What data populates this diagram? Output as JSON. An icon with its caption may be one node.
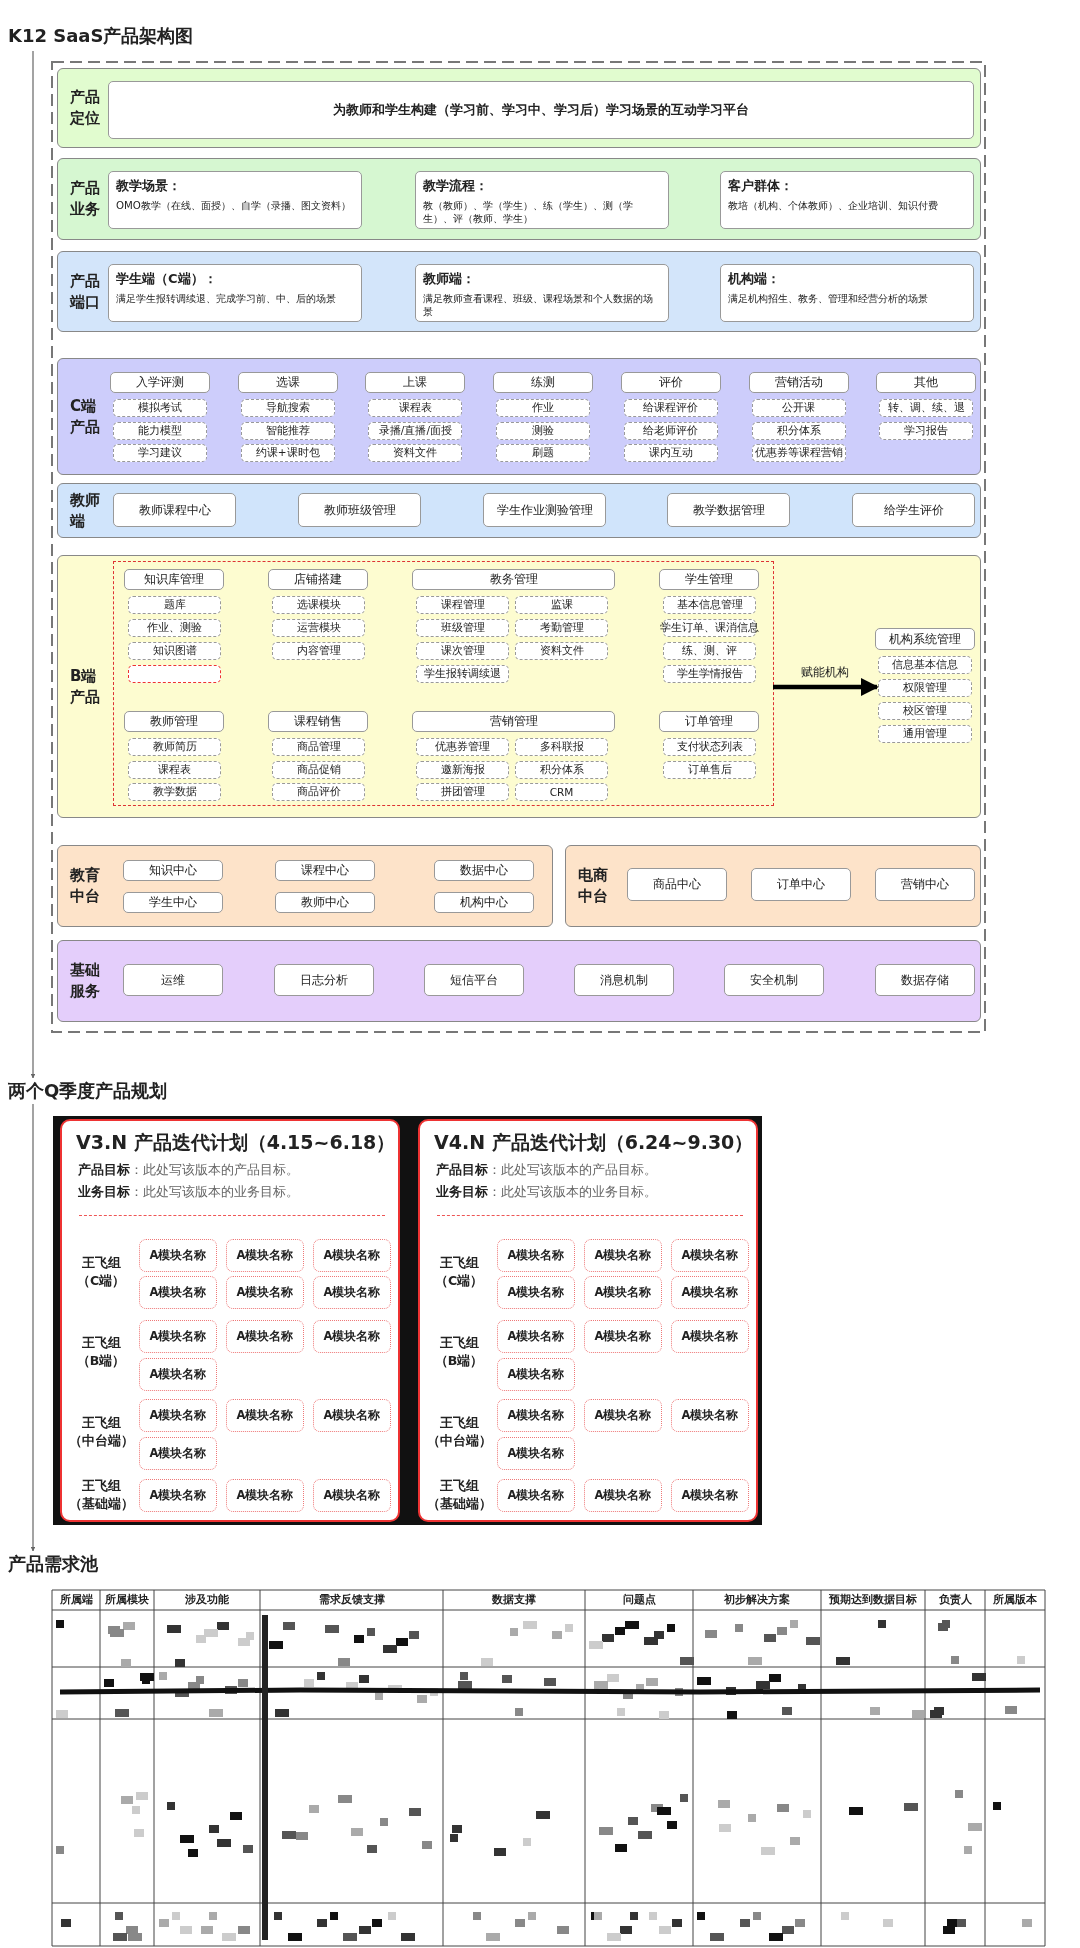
{
  "diagram": {
    "nodes": [
      {
        "text": [
          "K12 SaaS产品架构图"
        ]
      },
      {
        "text": [
          "产品定位"
        ]
      },
      {
        "text": [
          "为教师和学生构建（学习前、学习中、学习后）学习场景的互动学习平台"
        ],
        "in": 1
      },
      {
        "text": [
          "产品业务"
        ]
      },
      {
        "text": [
          "教学场景：",
          "OMO教学（在线、面授）、自学（录播、图文资料）"
        ],
        "in": 3
      },
      {
        "text": [
          "教学流程：",
          "教（教师）、学（学生）、练（学生）、测（学生）、评（教师、学生）"
        ],
        "in": 3
      },
      {
        "text": [
          "客户群体：",
          "教培（机构、个体教师）、企业培训、知识付费"
        ],
        "in": 3
      },
      {
        "text": [
          "产品端口"
        ]
      },
      {
        "text": [
          "学生端（C端）：",
          "满足学生报转调续退、完成学习前、中、后的场景"
        ],
        "in": 7
      },
      {
        "text": [
          "教师端：",
          "满足教师查看课程、班级、课程场景和个人数据的场景"
        ],
        "in": 7
      },
      {
        "text": [
          "机构端：",
          "满足机构招生、教务、管理和经营分析的场景"
        ],
        "in": 7
      },
      {
        "text": [
          "C端产品"
        ]
      },
      {
        "text": [
          "入学评测"
        ],
        "in": 11
      },
      {
        "text": [
          "选课"
        ],
        "in": 11
      },
      {
        "text": [
          "上课"
        ],
        "in": 11
      },
      {
        "text": [
          "练测"
        ],
        "in": 11
      },
      {
        "text": [
          "评价"
        ],
        "in": 11
      },
      {
        "text": [
          "营销活动"
        ],
        "in": 11
      },
      {
        "text": [
          "其他"
        ],
        "in": 11
      },
      {
        "text": [
          "模拟考试"
        ],
        "in": 11
      },
      {
        "text": [
          "导航搜索"
        ],
        "in": 11
      },
      {
        "text": [
          "课程表"
        ],
        "in": 11
      },
      {
        "text": [
          "作业"
        ],
        "in": 11
      },
      {
        "text": [
          "给课程评价"
        ],
        "in": 11
      },
      {
        "text": [
          "公开课"
        ],
        "in": 11
      },
      {
        "text": [
          "转、调、续、退"
        ],
        "in": 11
      },
      {
        "text": [
          "能力模型"
        ],
        "in": 11
      },
      {
        "text": [
          "智能推荐"
        ],
        "in": 11
      },
      {
        "text": [
          "录播/直播/面授"
        ],
        "in": 11
      },
      {
        "text": [
          "测验"
        ],
        "in": 11
      },
      {
        "text": [
          "给老师评价"
        ],
        "in": 11
      },
      {
        "text": [
          "积分体系"
        ],
        "in": 11
      },
      {
        "text": [
          "学习报告"
        ],
        "in": 11
      },
      {
        "text": [
          "学习建议"
        ],
        "in": 11
      },
      {
        "text": [
          "约课+课时包"
        ],
        "in": 11
      },
      {
        "text": [
          "资料文件"
        ],
        "in": 11
      },
      {
        "text": [
          "刷题"
        ],
        "in": 11
      },
      {
        "text": [
          "课内互动"
        ],
        "in": 11
      },
      {
        "text": [
          "优惠券等课程营销"
        ],
        "in": 11
      },
      {
        "text": [
          "教师端"
        ]
      },
      {
        "text": [
          "教师课程中心"
        ],
        "in": 39
      },
      {
        "text": [
          "教师班级管理"
        ],
        "in": 39
      },
      {
        "text": [
          "学生作业测验管理"
        ],
        "in": 39
      },
      {
        "text": [
          "教学数据管理"
        ],
        "in": 39
      },
      {
        "text": [
          "给学生评价"
        ],
        "in": 39
      },
      {
        "text": [
          "B端产品"
        ]
      },
      {
        "text": [],
        "shape": "box",
        "in": 45
      },
      {
        "text": [
          "知识库管理"
        ],
        "in": 46
      },
      {
        "text": [
          "店铺搭建"
        ],
        "in": 46
      },
      {
        "text": [
          "教务管理"
        ],
        "in": 46
      },
      {
        "text": [
          "学生管理"
        ],
        "in": 46
      },
      {
        "text": [
          "题库"
        ],
        "in": 46
      },
      {
        "text": [
          "选课模块"
        ],
        "in": 46
      },
      {
        "text": [
          "课程管理"
        ],
        "in": 46
      },
      {
        "text": [
          "监课"
        ],
        "in": 46
      },
      {
        "text": [
          "基本信息管理"
        ],
        "in": 46
      },
      {
        "text": [
          "作业、测验"
        ],
        "in": 46
      },
      {
        "text": [
          "运营模块"
        ],
        "in": 46
      },
      {
        "text": [
          "班级管理"
        ],
        "in": 46
      },
      {
        "text": [
          "考勤管理"
        ],
        "in": 46
      },
      {
        "text": [
          "学生订单、课消信息"
        ],
        "in": 46
      },
      {
        "text": [
          "知识图谱"
        ],
        "in": 46
      },
      {
        "text": [
          "内容管理"
        ],
        "in": 46
      },
      {
        "text": [
          "课次管理"
        ],
        "in": 46
      },
      {
        "text": [
          "资料文件"
        ],
        "in": 46
      },
      {
        "text": [
          "练、测、评"
        ],
        "in": 46
      },
      {
        "text": [],
        "shape": "box",
        "in": 46
      },
      {
        "text": [
          "学生报转调续退"
        ],
        "in": 46
      },
      {
        "text": [
          "学生学情报告"
        ],
        "in": 46
      },
      {
        "text": [
          "教师管理"
        ],
        "in": 46
      },
      {
        "text": [
          "课程销售"
        ],
        "in": 46
      },
      {
        "text": [
          "营销管理"
        ],
        "in": 46
      },
      {
        "text": [
          "订单管理"
        ],
        "in": 46
      },
      {
        "text": [
          "教师简历"
        ],
        "in": 46
      },
      {
        "text": [
          "商品管理"
        ],
        "in": 46
      },
      {
        "text": [
          "优惠券管理"
        ],
        "in": 46
      },
      {
        "text": [
          "多科联报"
        ],
        "in": 46
      },
      {
        "text": [
          "支付状态列表"
        ],
        "in": 46
      },
      {
        "text": [
          "课程表"
        ],
        "in": 46
      },
      {
        "text": [
          "商品促销"
        ],
        "in": 46
      },
      {
        "text": [
          "邀新海报"
        ],
        "in": 46
      },
      {
        "text": [
          "积分体系"
        ],
        "in": 46
      },
      {
        "text": [
          "订单售后"
        ],
        "in": 46
      },
      {
        "text": [
          "教学数据"
        ],
        "in": 46
      },
      {
        "text": [
          "商品评价"
        ],
        "in": 46
      },
      {
        "text": [
          "拼团管理"
        ],
        "in": 46
      },
      {
        "text": [
          "CRM"
        ],
        "in": 46
      },
      {
        "text": [
          "机构系统管理"
        ],
        "in": 45
      },
      {
        "text": [
          "信息基本信息"
        ],
        "in": 45
      },
      {
        "text": [
          "权限管理"
        ],
        "in": 45
      },
      {
        "text": [
          "校区管理"
        ],
        "in": 45
      },
      {
        "text": [
          "通用管理"
        ],
        "in": 45
      },
      {
        "text": [
          "教育中台"
        ]
      },
      {
        "text": [
          "知识中心"
        ],
        "in": 92
      },
      {
        "text": [
          "课程中心"
        ],
        "in": 92
      },
      {
        "text": [
          "数据中心"
        ],
        "in": 92
      },
      {
        "text": [
          "学生中心"
        ],
        "in": 92
      },
      {
        "text": [
          "教师中心"
        ],
        "in": 92
      },
      {
        "text": [
          "机构中心"
        ],
        "in": 92
      },
      {
        "text": [
          "电商中台"
        ]
      },
      {
        "text": [
          "商品中心"
        ],
        "in": 99
      },
      {
        "text": [
          "订单中心"
        ],
        "in": 99
      },
      {
        "text": [
          "营销中心"
        ],
        "in": 99
      },
      {
        "text": [
          "基础服务"
        ]
      },
      {
        "text": [
          "运维"
        ],
        "in": 103
      },
      {
        "text": [
          "日志分析"
        ],
        "in": 103
      },
      {
        "text": [
          "短信平台"
        ],
        "in": 103
      },
      {
        "text": [
          "消息机制"
        ],
        "in": 103
      },
      {
        "text": [
          "安全机制"
        ],
        "in": 103
      },
      {
        "text": [
          "数据存储"
        ],
        "in": 103
      },
      {
        "text": [
          "两个Q季度产品规划"
        ]
      },
      {
        "text": [
          "V3.N 产品迭代计划（4.15~6.18）",
          "**产品目标**：此处写该版本的产品目标。",
          "**业务目标**：此处写该版本的业务目标。",
          "王飞组（C端）",
          "王飞组（B端）",
          "王飞组（中台端）",
          "王飞组（基础端）"
        ]
      },
      {
        "text": [
          "A模块名称"
        ],
        "in": 111
      },
      {
        "text": [
          "A模块名称"
        ],
        "in": 111
      },
      {
        "text": [
          "A模块名称"
        ],
        "in": 111
      },
      {
        "text": [
          "A模块名称"
        ],
        "in": 111
      },
      {
        "text": [
          "A模块名称"
        ],
        "in": 111
      },
      {
        "text": [
          "A模块名称"
        ],
        "in": 111
      },
      {
        "text": [
          "A模块名称"
        ],
        "in": 111
      },
      {
        "text": [
          "A模块名称"
        ],
        "in": 111
      },
      {
        "text": [
          "A模块名称"
        ],
        "in": 111
      },
      {
        "text": [
          "A模块名称"
        ],
        "in": 111
      },
      {
        "text": [
          "A模块名称"
        ],
        "in": 111
      },
      {
        "text": [
          "A模块名称"
        ],
        "in": 111
      },
      {
        "text": [
          "A模块名称"
        ],
        "in": 111
      },
      {
        "text": [
          "A模块名称"
        ],
        "in": 111
      },
      {
        "text": [
          "A模块名称"
        ],
        "in": 111
      },
      {
        "text": [
          "A模块名称"
        ],
        "in": 111
      },
      {
        "text": [
          "A模块名称"
        ],
        "in": 111
      },
      {
        "text": [
          "V4.N 产品迭代计划（6.24~9.30）",
          "**产品目标**：此处写该版本的产品目标。",
          "**业务目标**：此处写该版本的业务目标。",
          "王飞组（C端）",
          "王飞组（B端）",
          "王飞组（中台端）",
          "王飞组（基础端）"
        ]
      },
      {
        "text": [
          "A模块名称"
        ],
        "in": 129
      },
      {
        "text": [
          "A模块名称"
        ],
        "in": 129
      },
      {
        "text": [
          "A模块名称"
        ],
        "in": 129
      },
      {
        "text": [
          "A模块名称"
        ],
        "in": 129
      },
      {
        "text": [
          "A模块名称"
        ],
        "in": 129
      },
      {
        "text": [
          "A模块名称"
        ],
        "in": 129
      },
      {
        "text": [
          "A模块名称"
        ],
        "in": 129
      },
      {
        "text": [
          "A模块名称"
        ],
        "in": 129
      },
      {
        "text": [
          "A模块名称"
        ],
        "in": 129
      },
      {
        "text": [
          "A模块名称"
        ],
        "in": 129
      },
      {
        "text": [
          "A模块名称"
        ],
        "in": 129
      },
      {
        "text": [
          "A模块名称"
        ],
        "in": 129
      },
      {
        "text": [
          "A模块名称"
        ],
        "in": 129
      },
      {
        "text": [
          "A模块名称"
        ],
        "in": 129
      },
      {
        "text": [
          "A模块名称"
        ],
        "in": 129
      },
      {
        "text": [
          "A模块名称"
        ],
        "in": 129
      },
      {
        "text": [
          "A模块名称"
        ],
        "in": 129
      },
      {
        "text": [
          "产品需求池"
        ]
      }
    ],
    "edges": [
      {
        "from": 0,
        "to": 110,
        "arrow": "to"
      },
      {
        "from": 110,
        "to": 147,
        "arrow": "to"
      },
      {
        "from": 46,
        "to": 89,
        "arrow": "to",
        "label": "赋能机构",
        "style": "thick",
        "color": "#000000"
      }
    ],
    "labels": [
      "所属端",
      "所属模块",
      "涉及功能",
      "需求反馈支撑",
      "数据支撑",
      "问题点",
      "初步解决方案",
      "预期达到数据目标",
      "负责人",
      "所属版本"
    ]
  }
}
